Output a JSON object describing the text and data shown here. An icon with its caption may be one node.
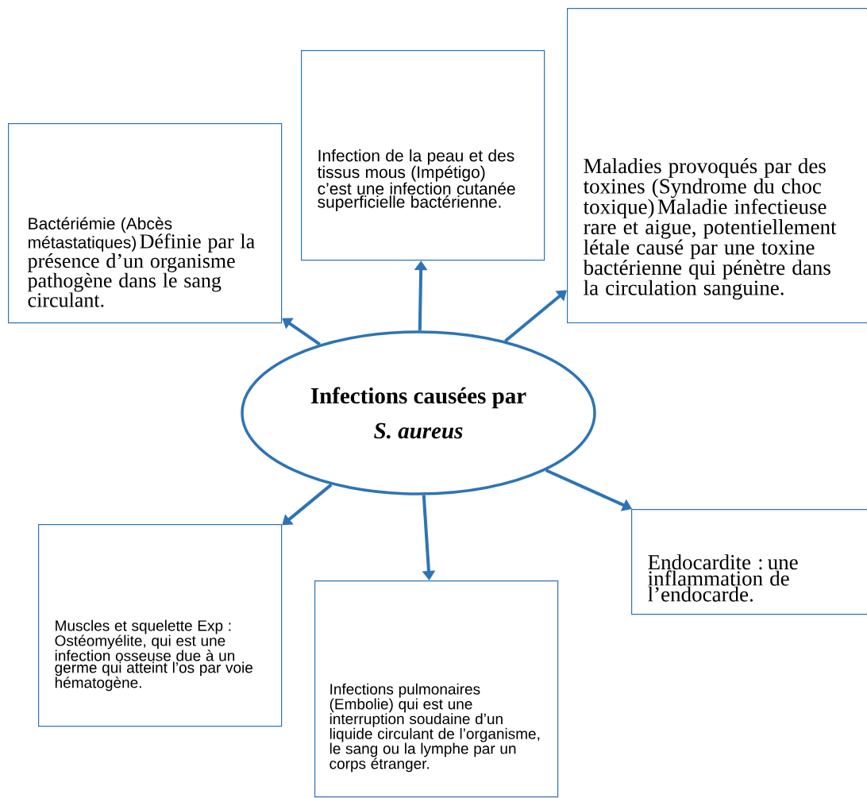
{
  "diagram": {
    "nodes": [
      {
        "text": [
          "Bactériémie (Abcès métastatiques)",
          "Définie par la présence d’un organisme pathogène dans le sang  circulant."
        ]
      },
      {
        "text": [
          "Infection de la peau et des tissus mous (Impétigo) c’est une infection cutanée superficielle bactérienne."
        ]
      },
      {
        "text": [
          "Maladies provoqués par des toxines (Syndrome du choc toxique)",
          "Maladie infectieuse rare et aigue, potentiellement létale causé par une toxine bactérienne qui pénètre dans la circulation sanguine."
        ]
      },
      {
        "text": [
          "Infections causées par",
          "S. aureus"
        ]
      },
      {
        "text": [
          "Endocardite : une inflammation de l’endocarde."
        ]
      },
      {
        "text": [
          "Muscles et squelette Exp : Ostéomyélite, qui est une infection osseuse due à un germe qui atteint l’os par voie hématogène."
        ]
      },
      {
        "text": [
          "Infections pulmonaires (Embolie) qui est une interruption soudaine d’un liquide circulant de l’organisme, le sang ou la lymphe par un corps étranger."
        ]
      }
    ],
    "edges": [
      {
        "from": 3,
        "to": 0,
        "arrow": "to"
      },
      {
        "from": 3,
        "to": 1,
        "arrow": "to"
      },
      {
        "from": 3,
        "to": 2,
        "arrow": "to"
      },
      {
        "from": 3,
        "to": 4,
        "arrow": "to"
      },
      {
        "from": 3,
        "to": 5,
        "arrow": "to"
      },
      {
        "from": 3,
        "to": 6,
        "arrow": "to"
      }
    ]
  }
}
